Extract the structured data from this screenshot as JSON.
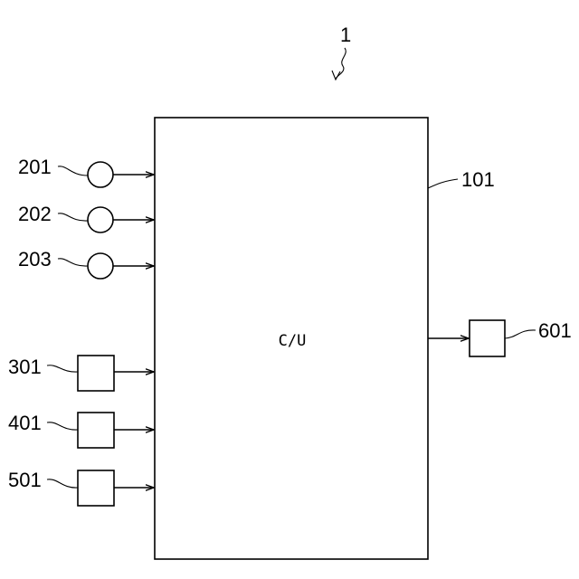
{
  "figure": {
    "reference_numeral": "1",
    "control_unit": {
      "ref": "101",
      "label": "C/U"
    },
    "inputs": [
      {
        "ref": "201",
        "shape": "circle"
      },
      {
        "ref": "202",
        "shape": "circle"
      },
      {
        "ref": "203",
        "shape": "circle"
      },
      {
        "ref": "301",
        "shape": "square"
      },
      {
        "ref": "401",
        "shape": "square"
      },
      {
        "ref": "501",
        "shape": "square"
      }
    ],
    "outputs": [
      {
        "ref": "601",
        "shape": "square"
      }
    ],
    "colors": {
      "line": "#000000",
      "background": "#ffffff"
    }
  }
}
